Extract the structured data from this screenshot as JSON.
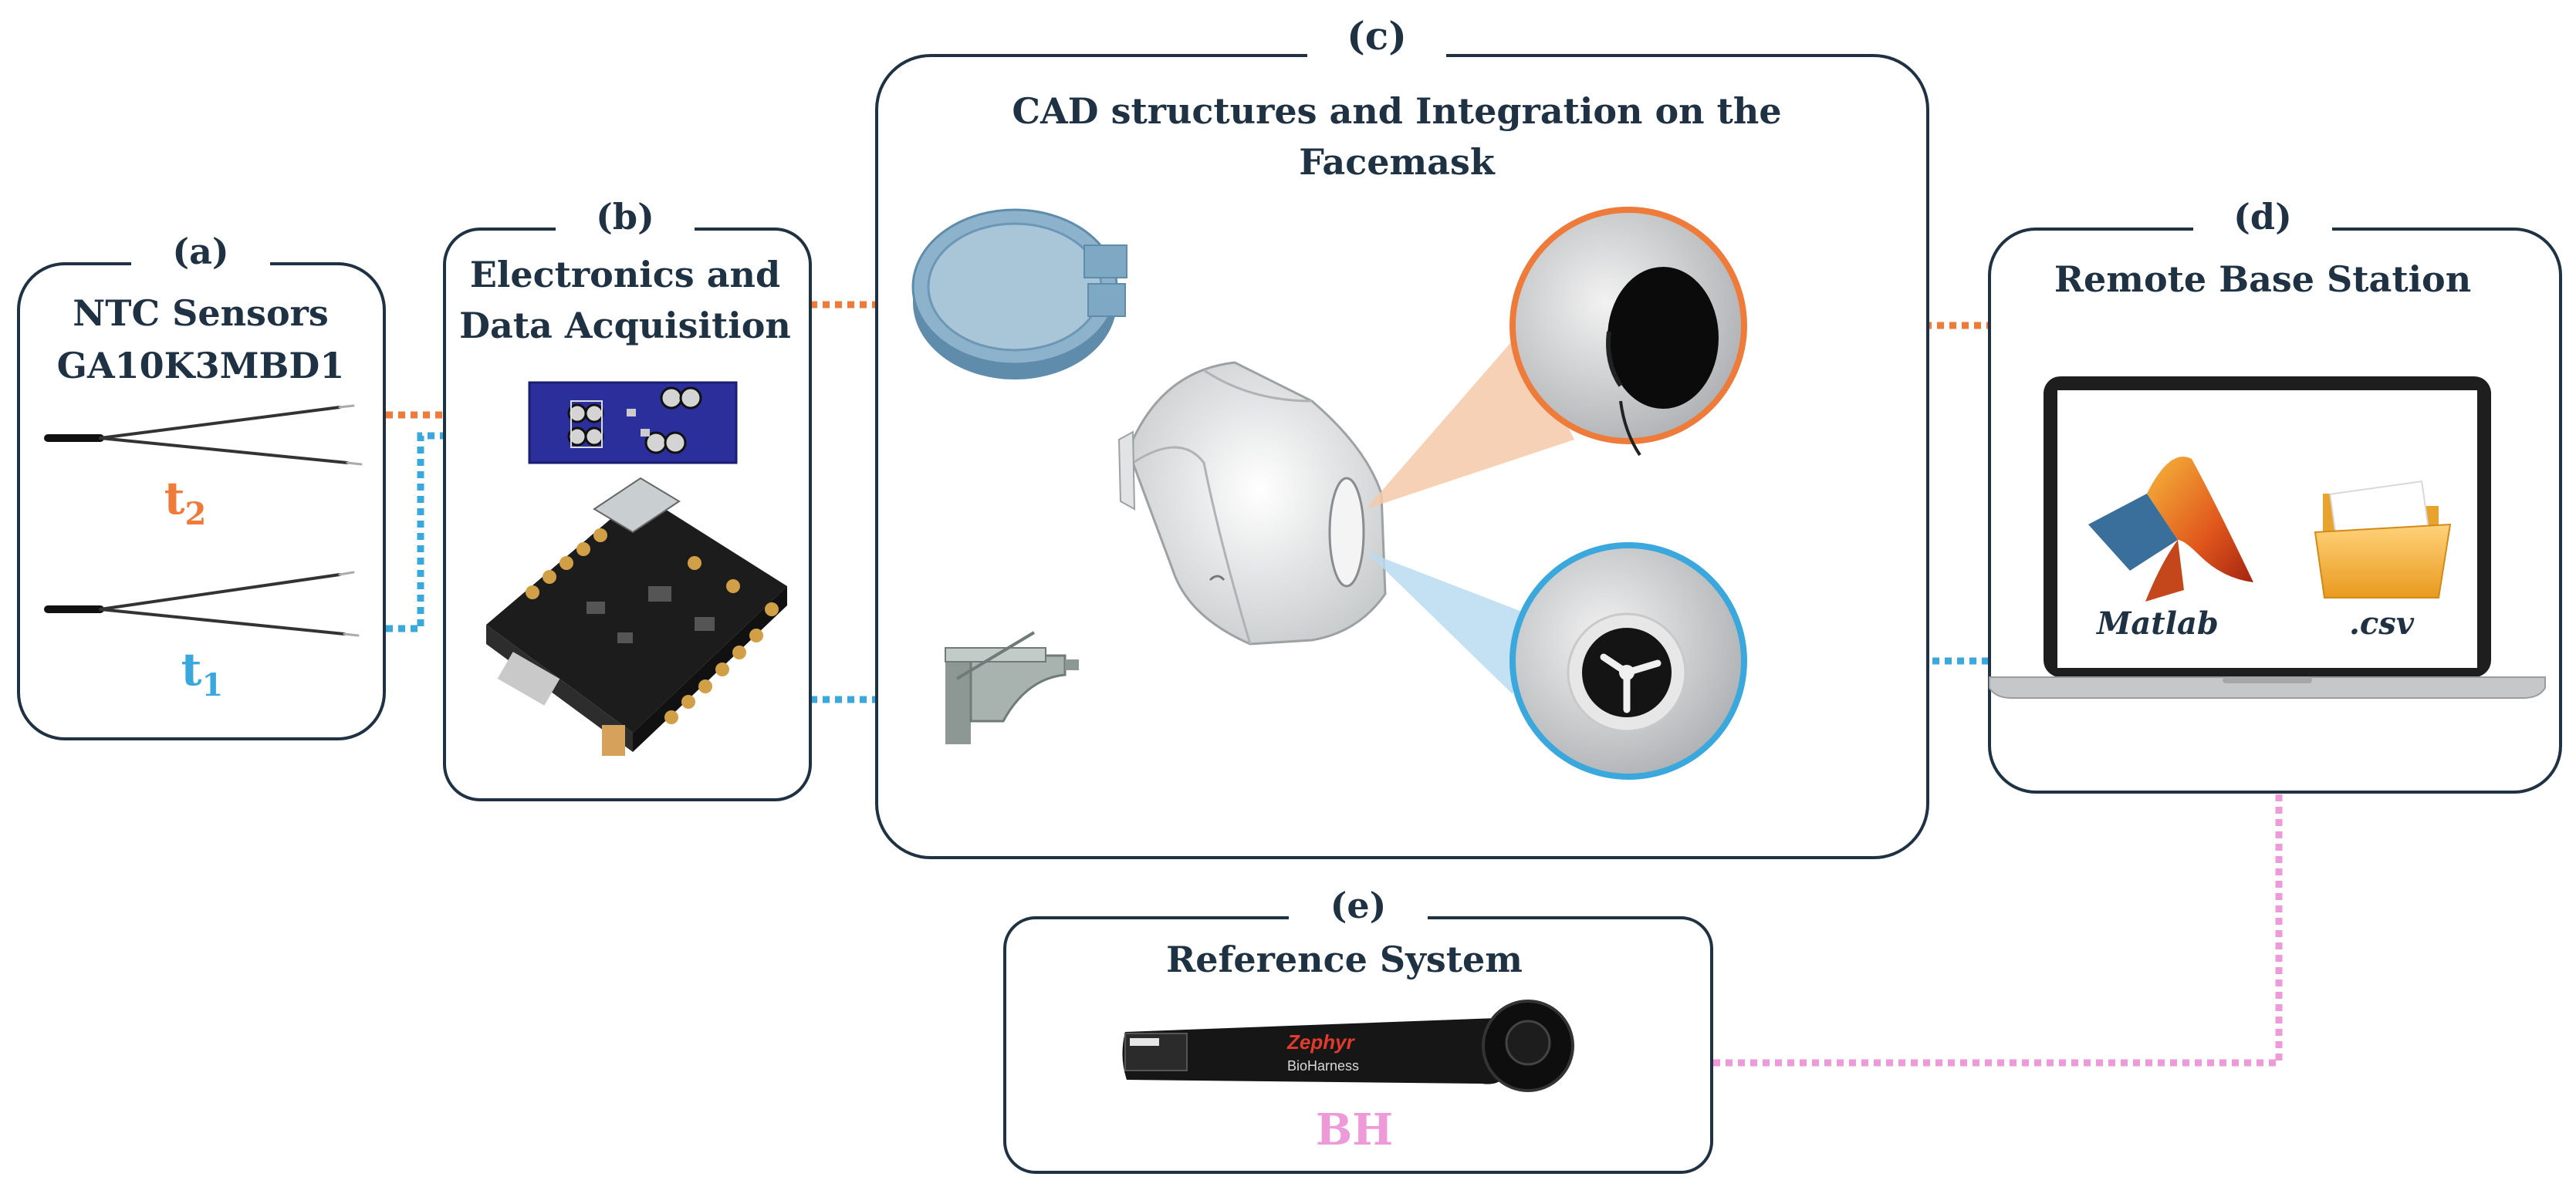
{
  "panels": {
    "a": {
      "tag": "(a)",
      "title_line1": "NTC Sensors",
      "title_line2": "GA10K3MBD1",
      "sensor2_label": "t",
      "sensor2_sub": "2",
      "sensor1_label": "t",
      "sensor1_sub": "1"
    },
    "b": {
      "tag": "(b)",
      "title_line1": "Electronics and",
      "title_line2": "Data Acquisition"
    },
    "c": {
      "tag": "(c)",
      "title_line1": "CAD structures and Integration on the",
      "title_line2": "Facemask"
    },
    "d": {
      "tag": "(d)",
      "title": "Remote Base Station",
      "app1_label": "Matlab",
      "app2_label": ".csv"
    },
    "e": {
      "tag": "(e)",
      "title": "Reference System",
      "device_label": "BH",
      "device_brand": "Zephyr",
      "device_model": "BioHarness"
    }
  },
  "colors": {
    "frame": "#1f3244",
    "t2_orange": "#ee7b3a",
    "t1_blue": "#3aa8dd",
    "bh_pink": "#ee9ad8",
    "pcb_blue": "#2a2f9c",
    "cad_blue": "#7fa8c4",
    "cad_gray": "#9aa6a4"
  },
  "icons": {
    "matlab": "matlab-logo-icon",
    "folder": "folder-icon"
  }
}
